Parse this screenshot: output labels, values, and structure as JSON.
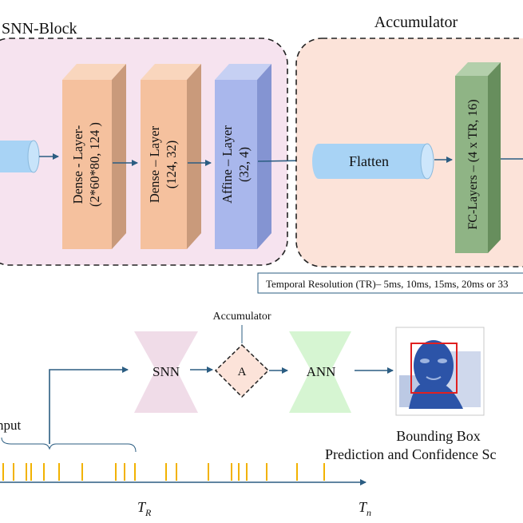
{
  "snn_block": {
    "title": "SNN-Block",
    "layers": [
      {
        "line1": "Dense - Layer-",
        "line2": "(2*60*80, 124 )"
      },
      {
        "line1": "Dense – Layer",
        "line2": "(124, 32)"
      },
      {
        "line1": "Affine – Layer",
        "line2": "(32, 4)"
      }
    ]
  },
  "accumulator_block": {
    "title": "Accumulator",
    "flatten_label": "Flatten",
    "fc_label": "FC-Layers – (4 x TR, 16)"
  },
  "temporal_resolution": "Temporal Resolution (TR)– 5ms, 10ms, 15ms, 20ms or 33",
  "pipeline": {
    "input_label": "nput",
    "snn_label": "SNN",
    "accumulator_label": "Accumulator",
    "accumulator_symbol": "A",
    "ann_label": "ANN",
    "output_line1": "Bounding Box",
    "output_line2": "Prediction and Confidence Sc"
  },
  "timeline": {
    "tr_symbol": "T",
    "tr_subscript": "R",
    "tn_symbol": "T",
    "tn_subscript": "n",
    "spike_color": "#f2b200"
  },
  "colors": {
    "snn_panel": "#f6e3ef",
    "acc_panel": "#fce3d9",
    "dense": "#f5c19e",
    "affine": "#a9b7ec",
    "fc": "#8fb485",
    "flatten": "#a8d3f5",
    "arrow": "#2b5d82",
    "snn_shape": "#f0dce8",
    "ann_shape": "#d6f5d2"
  }
}
